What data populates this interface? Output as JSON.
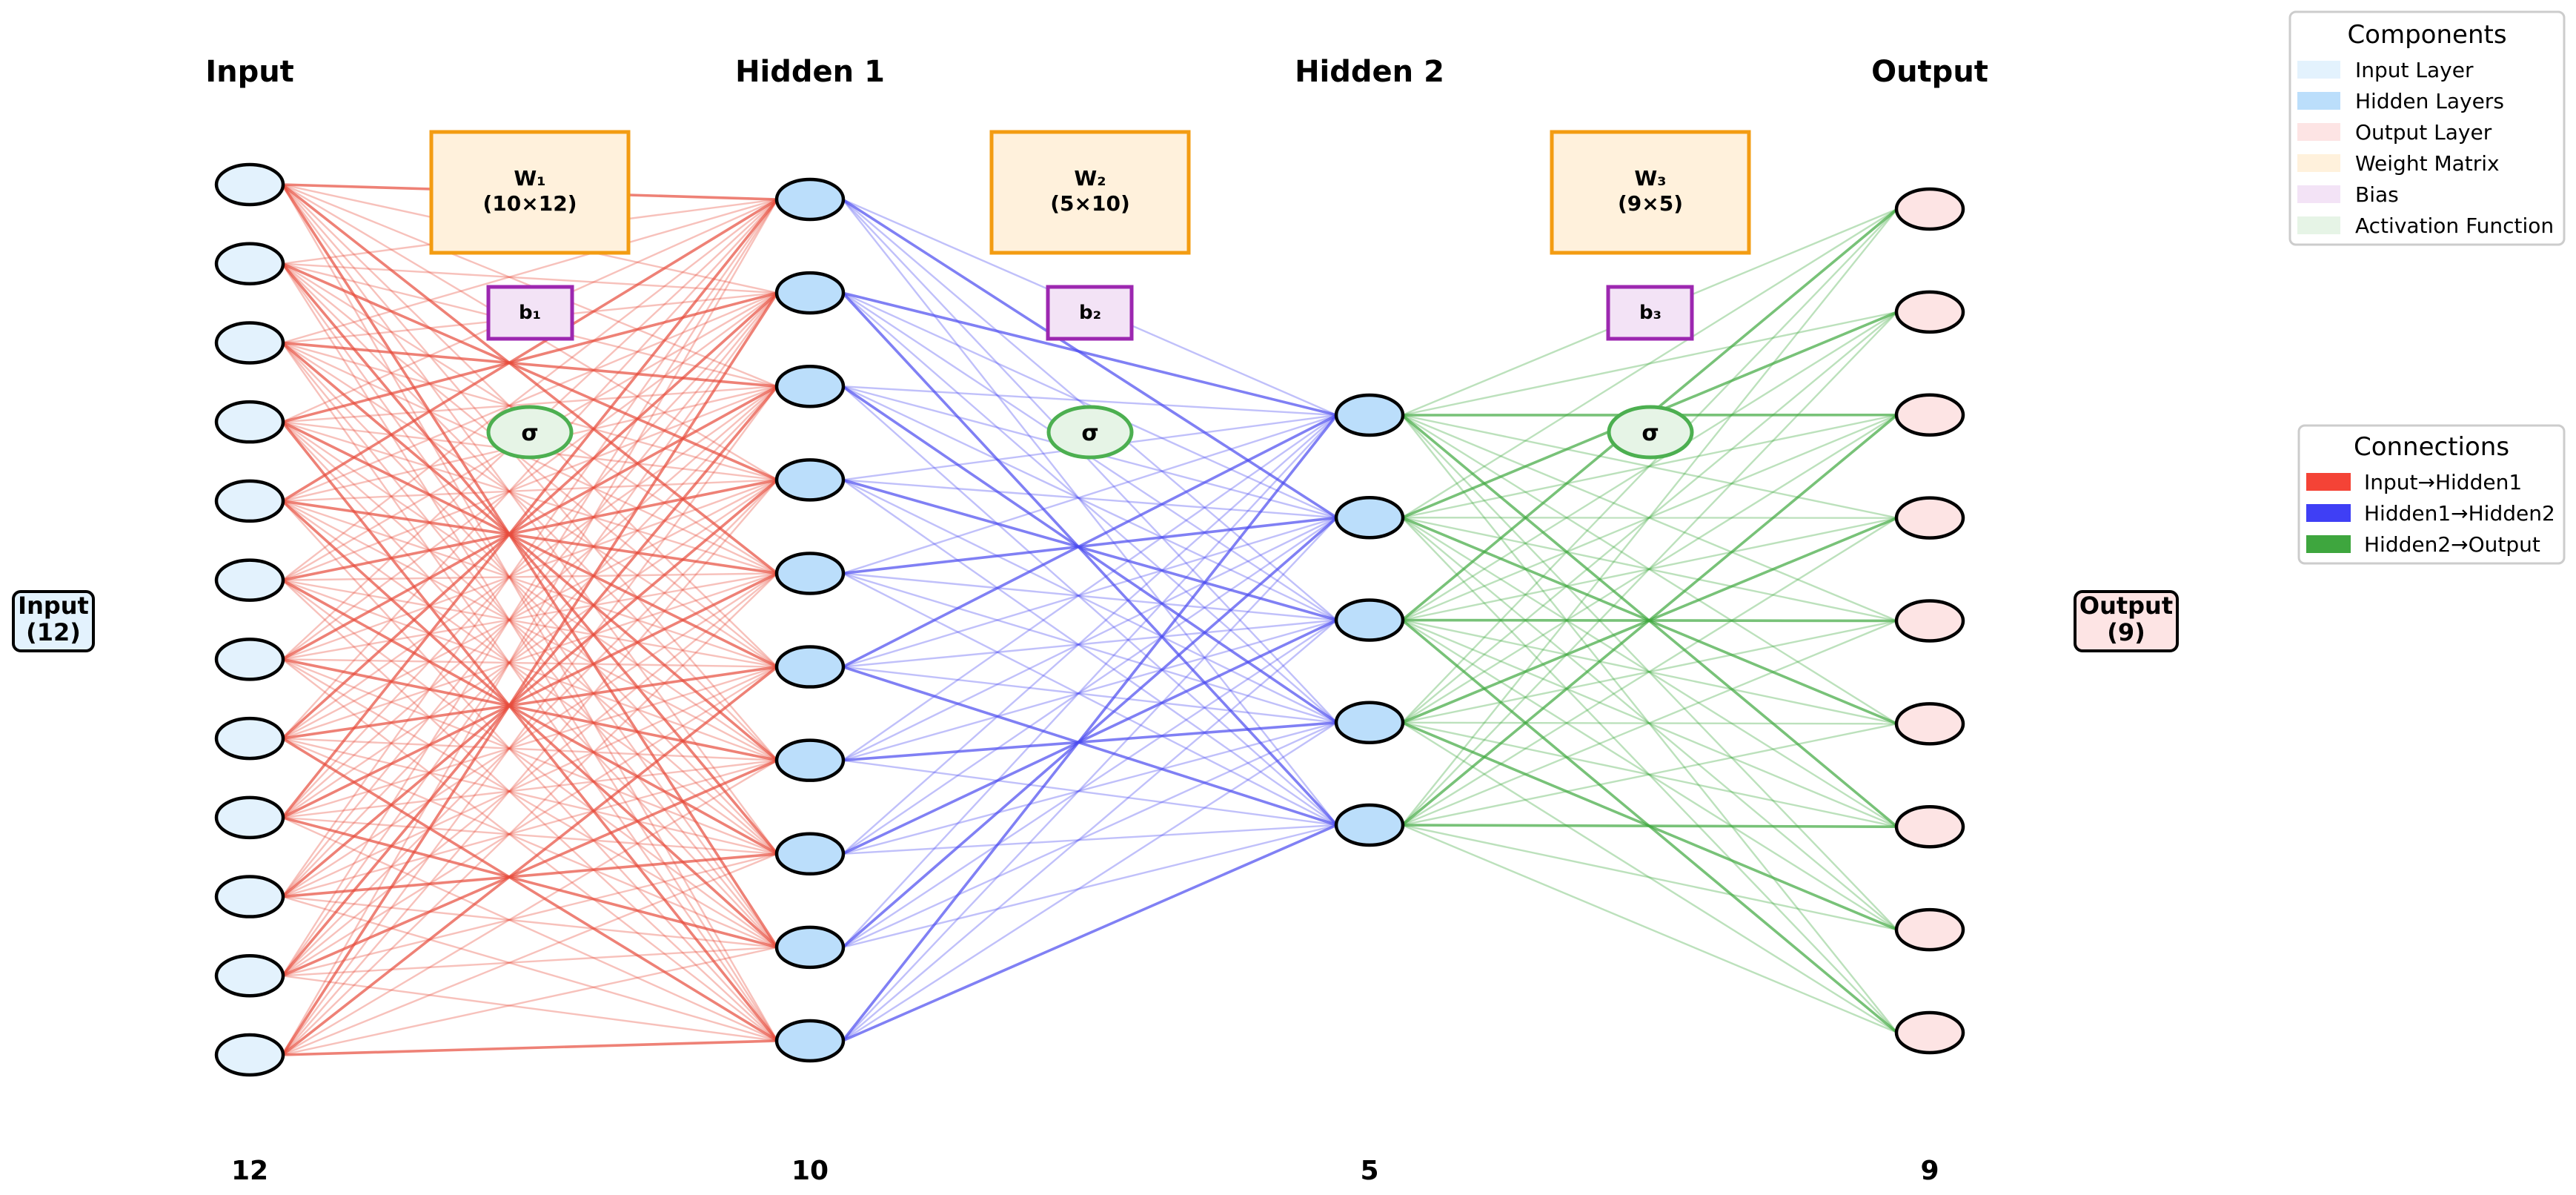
{
  "layers": [
    {
      "id": "input",
      "title": "Input",
      "count_label": "12",
      "nodes": 12,
      "fill": "#e3f2fd"
    },
    {
      "id": "hidden1",
      "title": "Hidden 1",
      "count_label": "10",
      "nodes": 10,
      "fill": "#bbdefb"
    },
    {
      "id": "hidden2",
      "title": "Hidden 2",
      "count_label": "5",
      "nodes": 5,
      "fill": "#bbdefb"
    },
    {
      "id": "output",
      "title": "Output",
      "count_label": "9",
      "nodes": 9,
      "fill": "#fde4e4"
    }
  ],
  "weights": [
    {
      "line1": "W₁",
      "line2": "(10×12)"
    },
    {
      "line1": "W₂",
      "line2": "(5×10)"
    },
    {
      "line1": "W₃",
      "line2": "(9×5)"
    }
  ],
  "biases": [
    "b₁",
    "b₂",
    "b₃"
  ],
  "activation_symbol": "σ",
  "side_labels": {
    "input": {
      "line1": "Input",
      "line2": "(12)"
    },
    "output": {
      "line1": "Output",
      "line2": "(9)"
    }
  },
  "connection_colors": {
    "input_hidden1": "#e74c3c",
    "hidden1_hidden2": "#4a4af0",
    "hidden2_output": "#3fa83f"
  },
  "legend_components": {
    "title": "Components",
    "items": [
      {
        "label": "Input Layer",
        "color": "#e3f2fd"
      },
      {
        "label": "Hidden Layers",
        "color": "#bbdefb"
      },
      {
        "label": "Output Layer",
        "color": "#fde4e4"
      },
      {
        "label": "Weight Matrix",
        "color": "#fff1dc"
      },
      {
        "label": "Bias",
        "color": "#f3e3f6"
      },
      {
        "label": "Activation Function",
        "color": "#e6f4e6"
      }
    ]
  },
  "legend_connections": {
    "title": "Connections",
    "items": [
      {
        "label": "Input→Hidden1",
        "color": "#f44336"
      },
      {
        "label": "Hidden1→Hidden2",
        "color": "#3f3ff5"
      },
      {
        "label": "Hidden2→Output",
        "color": "#3ea63e"
      }
    ]
  }
}
